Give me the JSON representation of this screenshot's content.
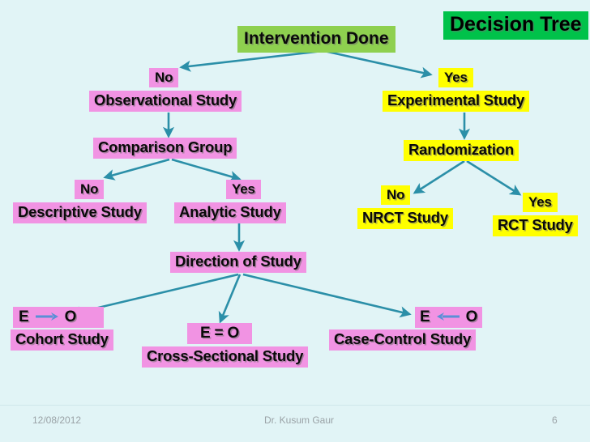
{
  "slide": {
    "title": "Decision Tree",
    "background_color": "#e1f4f6",
    "arrow_color": "#2b8fa8",
    "inline_arrow_color": "#5b8fd6",
    "colors": {
      "pink": "#f193e3",
      "yellow": "#ffff00",
      "green_light": "#8ed04f",
      "green_dark": "#00c24a"
    }
  },
  "root": {
    "label": "Intervention Done"
  },
  "branches": {
    "observational": {
      "condition": "No",
      "study": "Observational Study",
      "next_question": "Comparison Group",
      "children": {
        "descriptive": {
          "condition": "No",
          "study": "Descriptive Study"
        },
        "analytic": {
          "condition": "Yes",
          "study": "Analytic Study"
        }
      },
      "direction_question": "Direction of Study",
      "directions": [
        {
          "relation": "E → O",
          "e": "E",
          "o": "O",
          "arrow": "right",
          "study": "Cohort Study"
        },
        {
          "relation": "E  =  O",
          "e": "E",
          "o": "O",
          "arrow": "equals",
          "study": "Cross-Sectional Study"
        },
        {
          "relation": "E ← O",
          "e": "E",
          "o": "O",
          "arrow": "left",
          "study": "Case-Control Study"
        }
      ]
    },
    "experimental": {
      "condition": "Yes",
      "study": "Experimental Study",
      "next_question": "Randomization",
      "children": {
        "nrct": {
          "condition": "No",
          "study": "NRCT Study"
        },
        "rct": {
          "condition": "Yes",
          "study": "RCT Study"
        }
      }
    }
  },
  "footer": {
    "date": "12/08/2012",
    "author": "Dr. Kusum Gaur",
    "page": "6"
  }
}
